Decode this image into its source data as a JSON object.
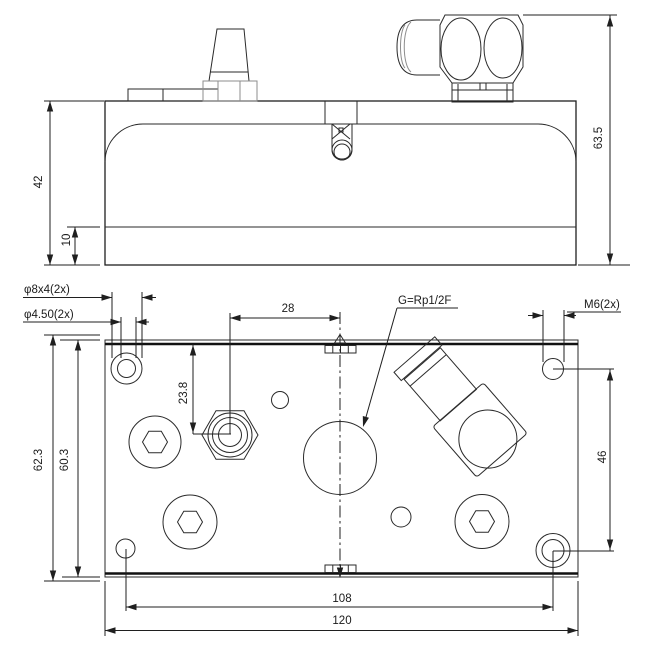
{
  "drawing": {
    "type": "2-view engineering drawing of pneumatic valve / manifold block",
    "colors": {
      "line": "#1f1f1f",
      "light_line": "#8d8d8d",
      "background": "#ffffff"
    },
    "dimensions": {
      "height_total": "63.5",
      "body_height": "42",
      "base_band": "10",
      "plate_width": "120",
      "hole_span_x": "108",
      "hole_span_y": "46",
      "plate_height_outer": "62.3",
      "plate_height_inner": "60.3",
      "port_offset_x": "28",
      "override_offset_y": "23.8"
    },
    "callouts": {
      "counterbore": "φ8x4(2x)",
      "through_hole": "φ4.50(2x)",
      "port_thread": "G=Rp1/2F",
      "mounting_thread": "M6(2x)"
    }
  }
}
